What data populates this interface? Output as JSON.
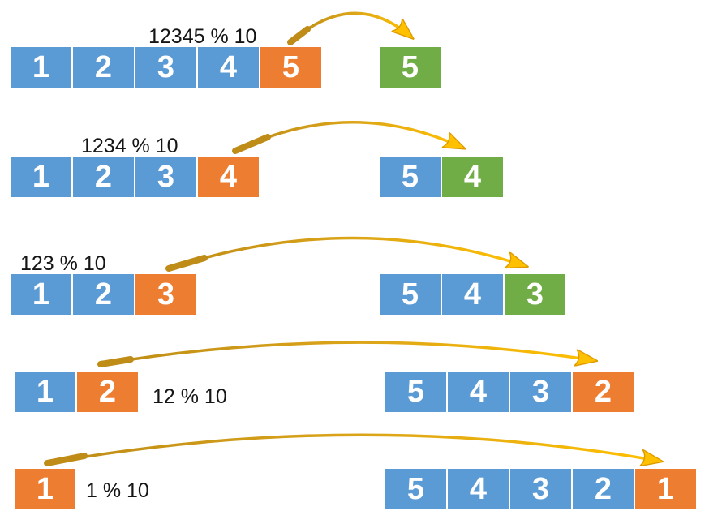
{
  "colors": {
    "blue": "#5B9BD5",
    "orange": "#ED7D31",
    "green": "#70AD47",
    "gold": "#FFC000",
    "gold_dark": "#BE8C17",
    "ink": "#151515"
  },
  "rows": [
    {
      "label": "12345 % 10",
      "left": [
        {
          "value": "1",
          "color": "blue"
        },
        {
          "value": "2",
          "color": "blue"
        },
        {
          "value": "3",
          "color": "blue"
        },
        {
          "value": "4",
          "color": "blue"
        },
        {
          "value": "5",
          "color": "orange"
        }
      ],
      "right": [
        {
          "value": "5",
          "color": "green"
        }
      ]
    },
    {
      "label": "1234 % 10",
      "left": [
        {
          "value": "1",
          "color": "blue"
        },
        {
          "value": "2",
          "color": "blue"
        },
        {
          "value": "3",
          "color": "blue"
        },
        {
          "value": "4",
          "color": "orange"
        }
      ],
      "right": [
        {
          "value": "5",
          "color": "blue"
        },
        {
          "value": "4",
          "color": "green"
        }
      ]
    },
    {
      "label": "123 % 10",
      "left": [
        {
          "value": "1",
          "color": "blue"
        },
        {
          "value": "2",
          "color": "blue"
        },
        {
          "value": "3",
          "color": "orange"
        }
      ],
      "right": [
        {
          "value": "5",
          "color": "blue"
        },
        {
          "value": "4",
          "color": "blue"
        },
        {
          "value": "3",
          "color": "green"
        }
      ]
    },
    {
      "label": "12 % 10",
      "left": [
        {
          "value": "1",
          "color": "blue"
        },
        {
          "value": "2",
          "color": "orange"
        }
      ],
      "right": [
        {
          "value": "5",
          "color": "blue"
        },
        {
          "value": "4",
          "color": "blue"
        },
        {
          "value": "3",
          "color": "blue"
        },
        {
          "value": "2",
          "color": "orange"
        }
      ]
    },
    {
      "label": "1 % 10",
      "left": [
        {
          "value": "1",
          "color": "orange"
        }
      ],
      "right": [
        {
          "value": "5",
          "color": "blue"
        },
        {
          "value": "4",
          "color": "blue"
        },
        {
          "value": "3",
          "color": "blue"
        },
        {
          "value": "2",
          "color": "blue"
        },
        {
          "value": "1",
          "color": "orange"
        }
      ]
    }
  ]
}
